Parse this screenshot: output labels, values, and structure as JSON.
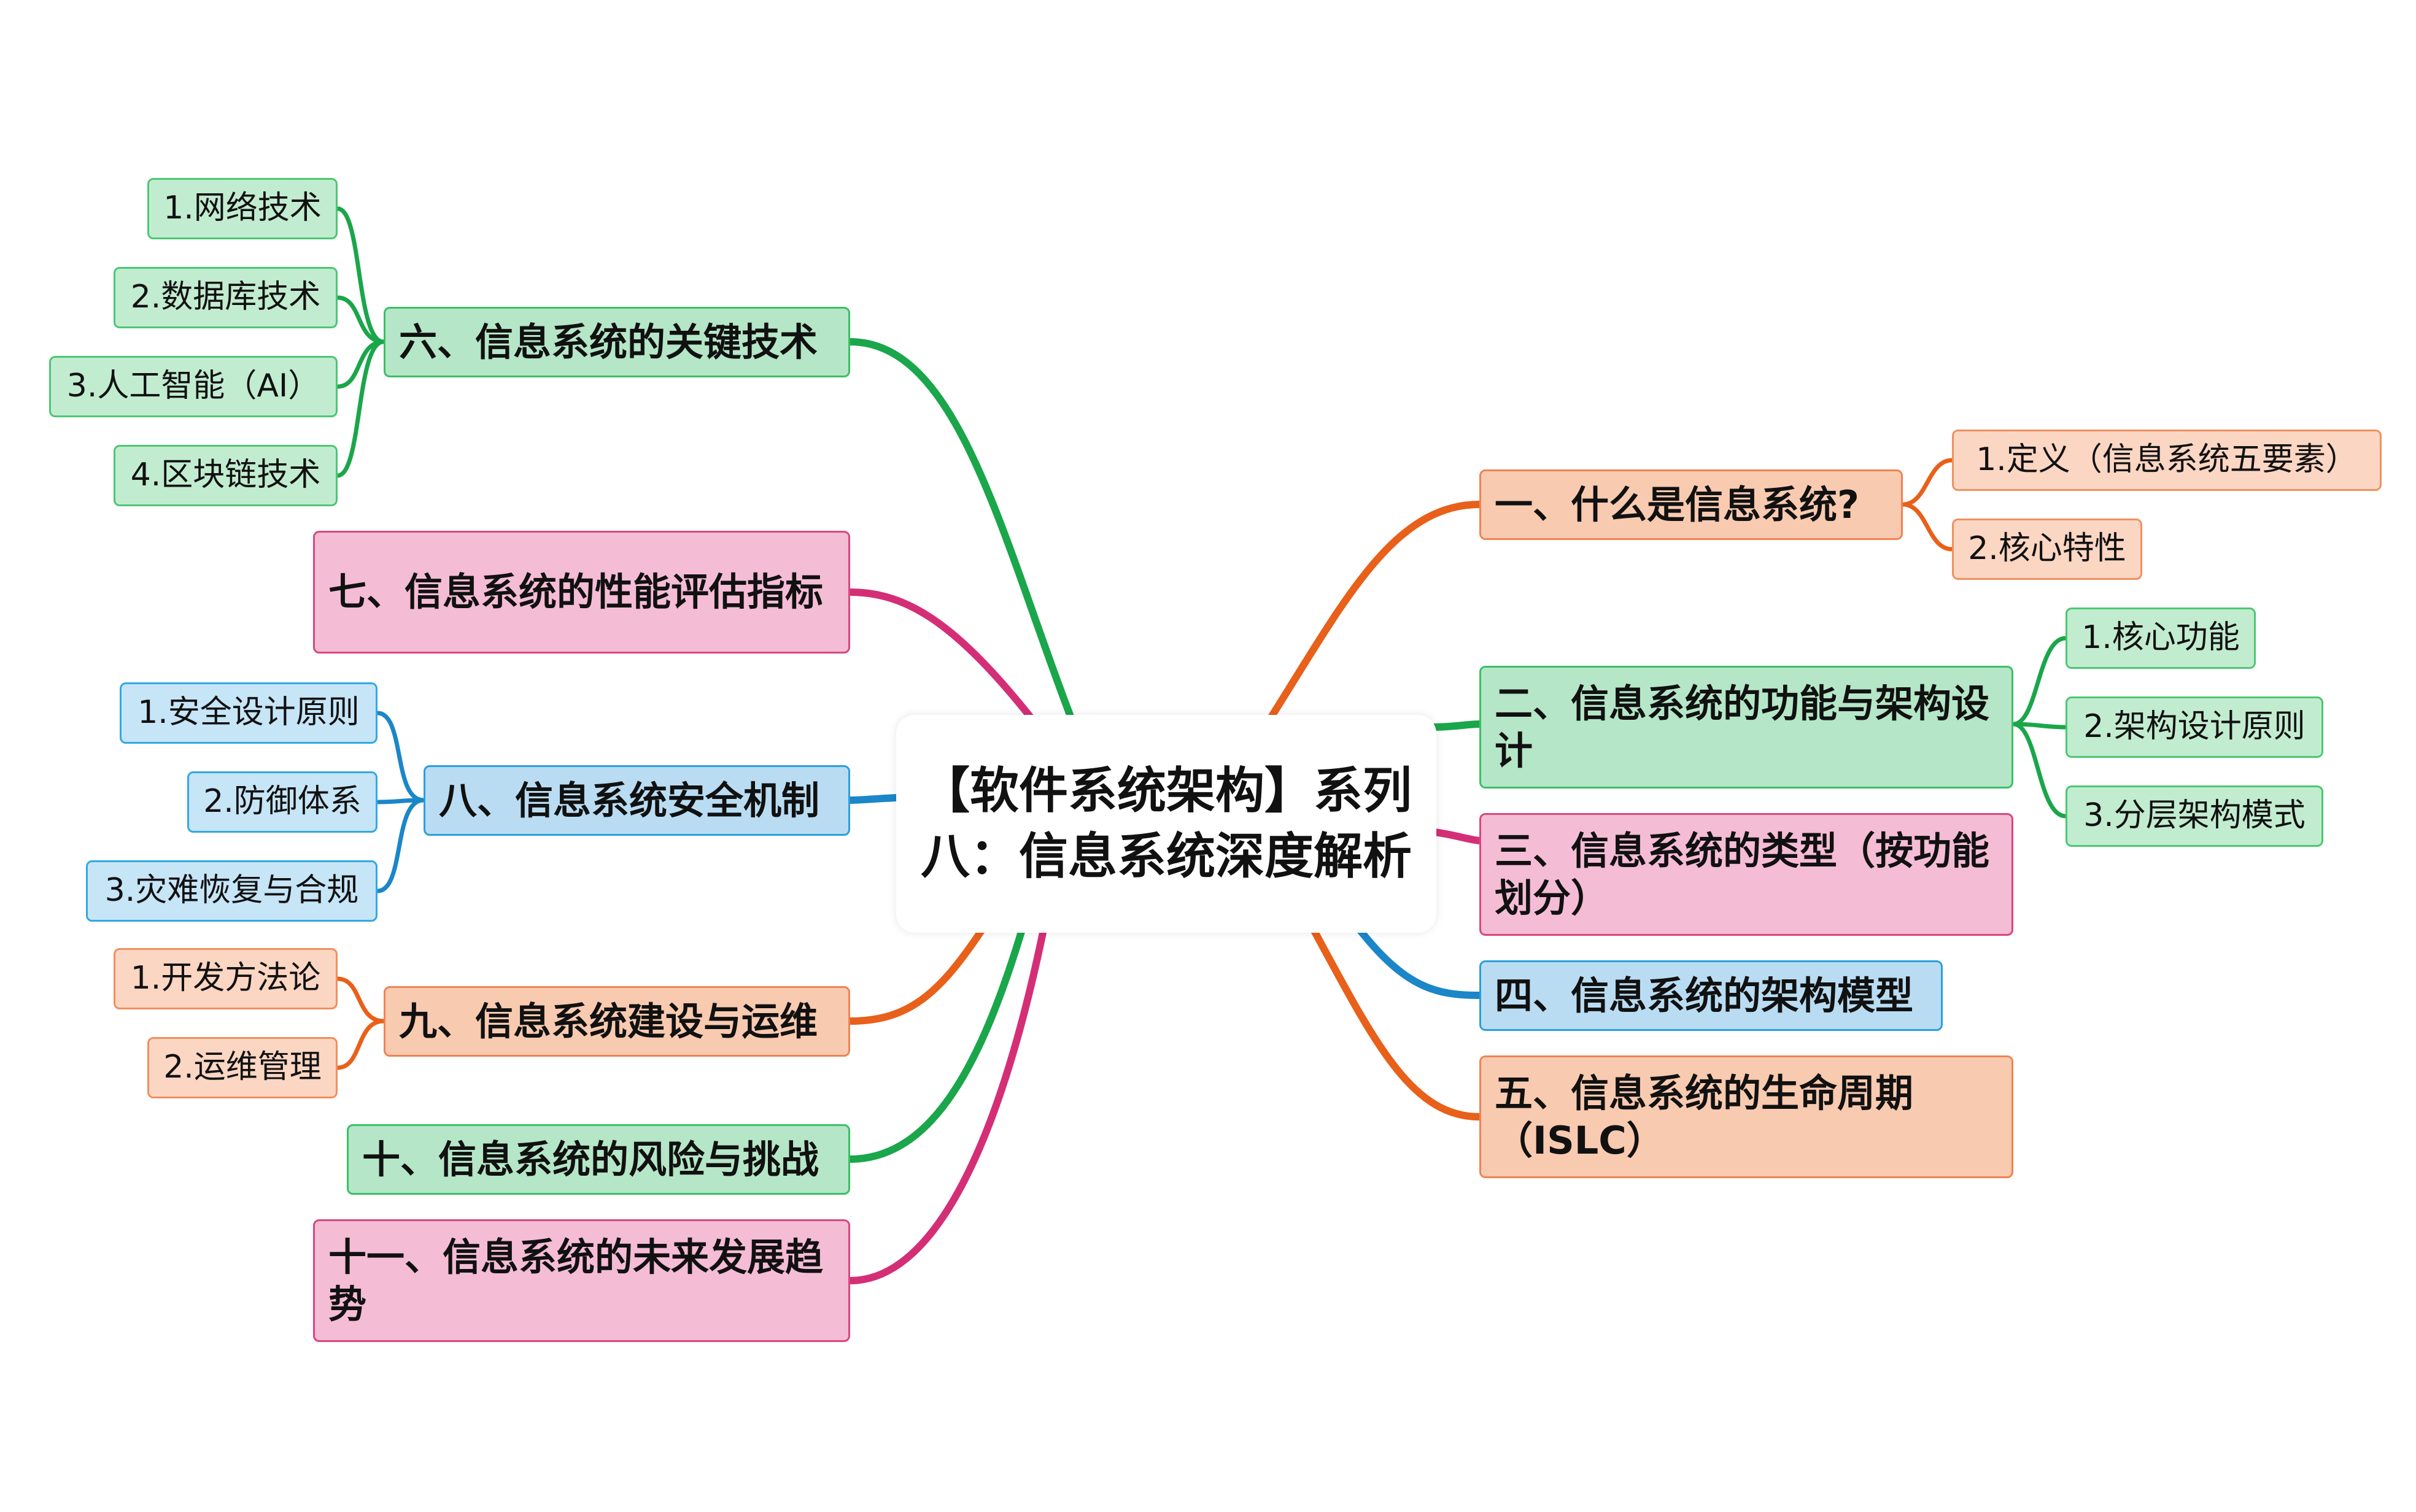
{
  "diagram": {
    "colors": {
      "green": "#1aa64a",
      "orange": "#e8601a",
      "pink": "#d42f76",
      "blue": "#1b86c8"
    },
    "root": {
      "label": "【软件系统架构】系列八：信息系统深度解析"
    },
    "branches": [
      {
        "label": "一、什么是信息系统?",
        "color": "orange",
        "children": [
          "1.定义（信息系统五要素）",
          "2.核心特性"
        ]
      },
      {
        "label": "二、信息系统的功能与架构设计",
        "color": "green",
        "children": [
          "1.核心功能",
          "2.架构设计原则",
          "3.分层架构模式"
        ]
      },
      {
        "label": "三、信息系统的类型（按功能划分）",
        "color": "pink",
        "children": []
      },
      {
        "label": "四、信息系统的架构模型",
        "color": "blue",
        "children": []
      },
      {
        "label": "五、信息系统的生命周期（ISLC）",
        "color": "orange",
        "children": []
      },
      {
        "label": "六、信息系统的关键技术",
        "color": "green",
        "children": [
          "1.网络技术",
          "2.数据库技术",
          "3.人工智能（AI）",
          "4.区块链技术"
        ]
      },
      {
        "label": "七、信息系统的性能评估指标",
        "color": "pink",
        "children": []
      },
      {
        "label": "八、信息系统安全机制",
        "color": "blue",
        "children": [
          "1.安全设计原则",
          "2.防御体系",
          "3.灾难恢复与合规"
        ]
      },
      {
        "label": "九、信息系统建设与运维",
        "color": "orange",
        "children": [
          "1.开发方法论",
          "2.运维管理"
        ]
      },
      {
        "label": "十、信息系统的风险与挑战",
        "color": "green",
        "children": []
      },
      {
        "label": "十一、信息系统的未来发展趋势",
        "color": "pink",
        "children": []
      }
    ]
  }
}
